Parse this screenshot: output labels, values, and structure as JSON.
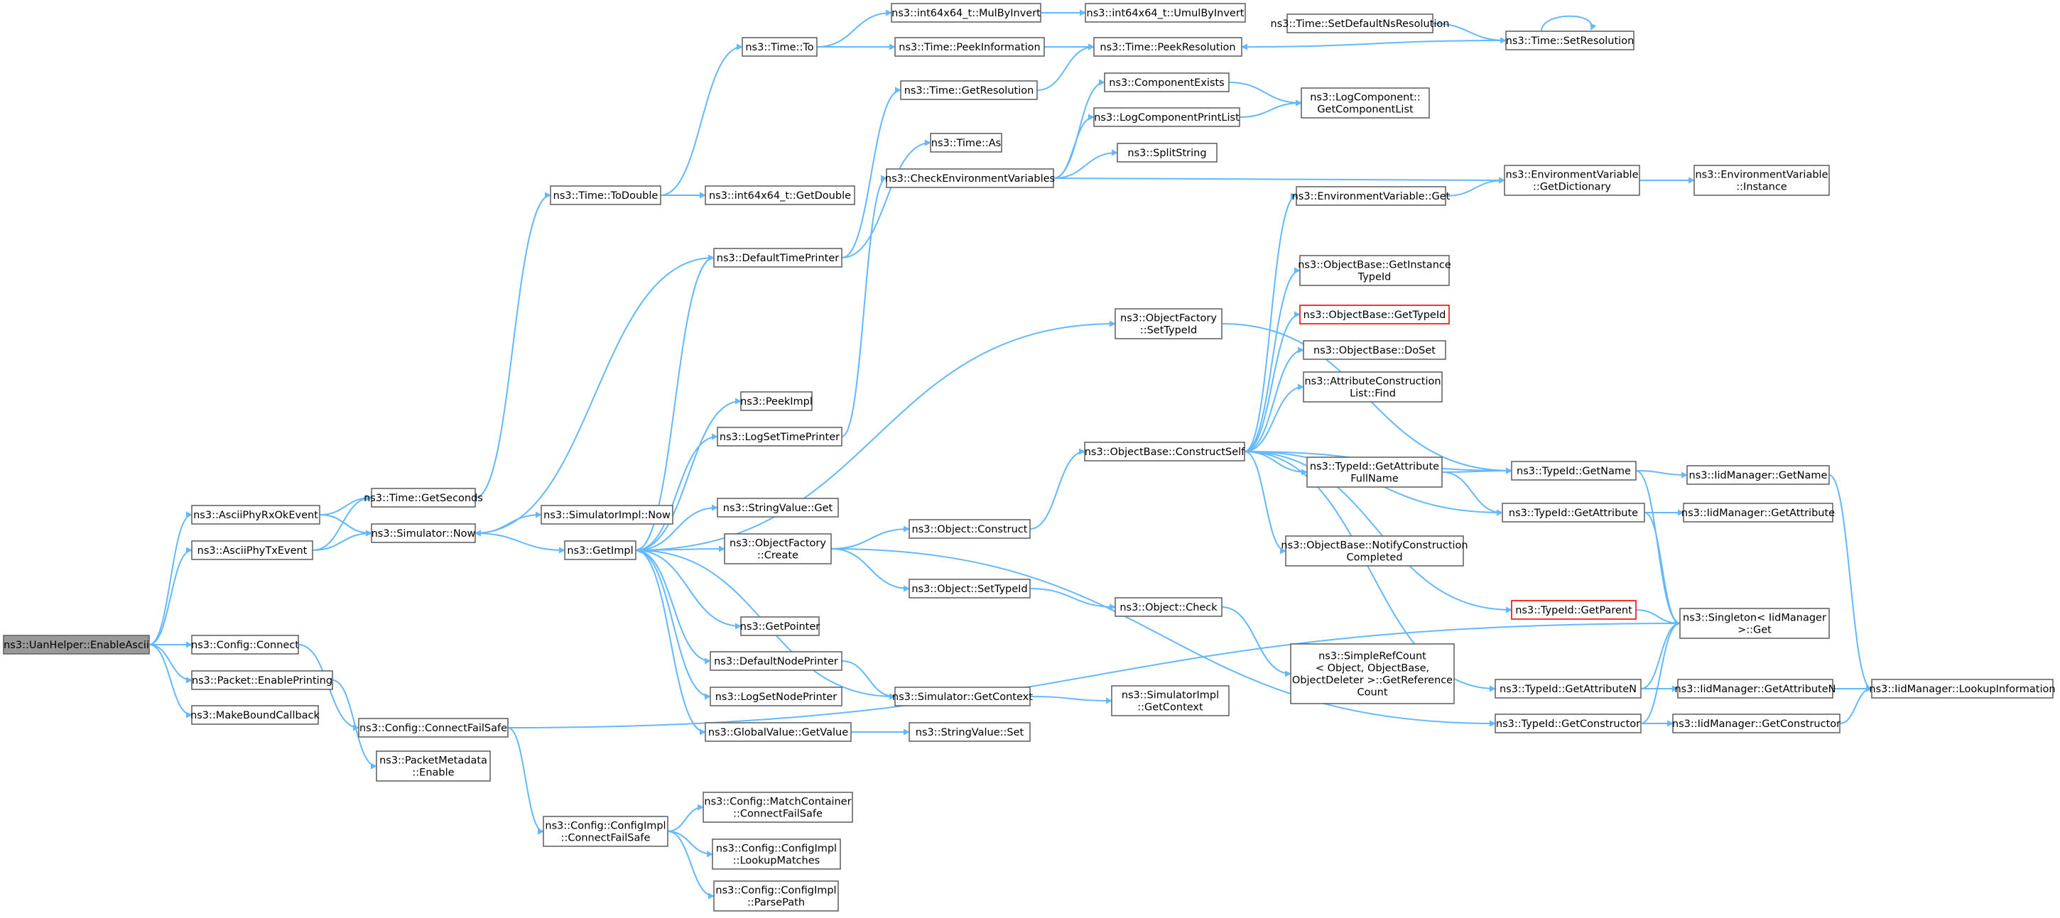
{
  "diagram": {
    "type": "call-graph",
    "colors": {
      "edge": "#63b8ff",
      "node_border": "#666666",
      "root_fill": "#999999",
      "highlight_border": "#ff0000"
    },
    "nodes": [
      {
        "id": "root",
        "lines": [
          "ns3::UanHelper::EnableAscii"
        ],
        "style": "root"
      },
      {
        "id": "asciiRx",
        "lines": [
          "ns3::AsciiPhyRxOkEvent"
        ]
      },
      {
        "id": "asciiTx",
        "lines": [
          "ns3::AsciiPhyTxEvent"
        ]
      },
      {
        "id": "cfgConnect",
        "lines": [
          "ns3::Config::Connect"
        ]
      },
      {
        "id": "pktEnable",
        "lines": [
          "ns3::Packet::EnablePrinting"
        ]
      },
      {
        "id": "makeBound",
        "lines": [
          "ns3::MakeBoundCallback"
        ]
      },
      {
        "id": "getSeconds",
        "lines": [
          "ns3::Time::GetSeconds"
        ]
      },
      {
        "id": "simNow",
        "lines": [
          "ns3::Simulator::Now"
        ]
      },
      {
        "id": "cfgConnFS",
        "lines": [
          "ns3::Config::ConnectFailSafe"
        ]
      },
      {
        "id": "pktMetaEnable",
        "lines": [
          "ns3::PacketMetadata",
          "::Enable"
        ]
      },
      {
        "id": "toDouble",
        "lines": [
          "ns3::Time::ToDouble"
        ]
      },
      {
        "id": "simImplNow",
        "lines": [
          "ns3::SimulatorImpl::Now"
        ]
      },
      {
        "id": "getImpl",
        "lines": [
          "ns3::GetImpl"
        ]
      },
      {
        "id": "cfgImplConnFS",
        "lines": [
          "ns3::Config::ConfigImpl",
          "::ConnectFailSafe"
        ]
      },
      {
        "id": "timeTo",
        "lines": [
          "ns3::Time::To"
        ]
      },
      {
        "id": "int64GetDouble",
        "lines": [
          "ns3::int64x64_t::GetDouble"
        ]
      },
      {
        "id": "defTimePrinter",
        "lines": [
          "ns3::DefaultTimePrinter"
        ]
      },
      {
        "id": "peekImpl",
        "lines": [
          "ns3::PeekImpl"
        ]
      },
      {
        "id": "logSetTimePrinter",
        "lines": [
          "ns3::LogSetTimePrinter"
        ]
      },
      {
        "id": "strValGet",
        "lines": [
          "ns3::StringValue::Get"
        ]
      },
      {
        "id": "objFactCreate",
        "lines": [
          "ns3::ObjectFactory",
          "::Create"
        ]
      },
      {
        "id": "getPointer",
        "lines": [
          "ns3::GetPointer"
        ]
      },
      {
        "id": "defNodePrinter",
        "lines": [
          "ns3::DefaultNodePrinter"
        ]
      },
      {
        "id": "logSetNodePrinter",
        "lines": [
          "ns3::LogSetNodePrinter"
        ]
      },
      {
        "id": "globalValGet",
        "lines": [
          "ns3::GlobalValue::GetValue"
        ]
      },
      {
        "id": "cfgMatchConnFS",
        "lines": [
          "ns3::Config::MatchContainer",
          "::ConnectFailSafe"
        ]
      },
      {
        "id": "cfgLookupMatches",
        "lines": [
          "ns3::Config::ConfigImpl",
          "::LookupMatches"
        ]
      },
      {
        "id": "cfgParsePath",
        "lines": [
          "ns3::Config::ConfigImpl",
          "::ParsePath"
        ]
      },
      {
        "id": "mulByInvert",
        "lines": [
          "ns3::int64x64_t::MulByInvert"
        ]
      },
      {
        "id": "peekInfo",
        "lines": [
          "ns3::Time::PeekInformation"
        ]
      },
      {
        "id": "getResolution",
        "lines": [
          "ns3::Time::GetResolution"
        ]
      },
      {
        "id": "timeAs",
        "lines": [
          "ns3::Time::As"
        ]
      },
      {
        "id": "checkEnvVars",
        "lines": [
          "ns3::CheckEnvironmentVariables"
        ]
      },
      {
        "id": "objFactSetTypeId",
        "lines": [
          "ns3::ObjectFactory",
          "::SetTypeId"
        ]
      },
      {
        "id": "objConstruct",
        "lines": [
          "ns3::Object::Construct"
        ]
      },
      {
        "id": "objSetTypeId",
        "lines": [
          "ns3::Object::SetTypeId"
        ]
      },
      {
        "id": "simGetContext",
        "lines": [
          "ns3::Simulator::GetContext"
        ]
      },
      {
        "id": "strValSet",
        "lines": [
          "ns3::StringValue::Set"
        ]
      },
      {
        "id": "umulByInvert",
        "lines": [
          "ns3::int64x64_t::UmulByInvert"
        ]
      },
      {
        "id": "peekResolution",
        "lines": [
          "ns3::Time::PeekResolution"
        ]
      },
      {
        "id": "compExists",
        "lines": [
          "ns3::ComponentExists"
        ]
      },
      {
        "id": "logCompPrintList",
        "lines": [
          "ns3::LogComponentPrintList"
        ]
      },
      {
        "id": "splitString",
        "lines": [
          "ns3::SplitString"
        ]
      },
      {
        "id": "objBaseConstructSelf",
        "lines": [
          "ns3::ObjectBase::ConstructSelf"
        ]
      },
      {
        "id": "objCheck",
        "lines": [
          "ns3::Object::Check"
        ]
      },
      {
        "id": "simImplGetContext",
        "lines": [
          "ns3::SimulatorImpl",
          "::GetContext"
        ]
      },
      {
        "id": "setDefaultNsRes",
        "lines": [
          "ns3::Time::SetDefaultNsResolution"
        ]
      },
      {
        "id": "setResolution",
        "lines": [
          "ns3::Time::SetResolution"
        ]
      },
      {
        "id": "logCompGetList",
        "lines": [
          "ns3::LogComponent::",
          "GetComponentList"
        ]
      },
      {
        "id": "envVarGet",
        "lines": [
          "ns3::EnvironmentVariable::Get"
        ]
      },
      {
        "id": "objBaseGetInstTid",
        "lines": [
          "ns3::ObjectBase::GetInstance",
          "TypeId"
        ]
      },
      {
        "id": "objBaseGetTypeId",
        "lines": [
          "ns3::ObjectBase::GetTypeId"
        ],
        "style": "red"
      },
      {
        "id": "objBaseDoSet",
        "lines": [
          "ns3::ObjectBase::DoSet"
        ]
      },
      {
        "id": "attrConstrFind",
        "lines": [
          "ns3::AttributeConstruction",
          "List::Find"
        ]
      },
      {
        "id": "tidGetAttrFullName",
        "lines": [
          "ns3::TypeId::GetAttribute",
          "FullName"
        ]
      },
      {
        "id": "objBaseNotify",
        "lines": [
          "ns3::ObjectBase::NotifyConstruction",
          "Completed"
        ]
      },
      {
        "id": "simpleRefCount",
        "lines": [
          "ns3::SimpleRefCount",
          "< Object, ObjectBase,",
          "ObjectDeleter >::GetReference",
          "Count"
        ]
      },
      {
        "id": "envVarGetDict",
        "lines": [
          "ns3::EnvironmentVariable",
          "::GetDictionary"
        ]
      },
      {
        "id": "envVarInstance",
        "lines": [
          "ns3::EnvironmentVariable",
          "::Instance"
        ]
      },
      {
        "id": "tidGetName",
        "lines": [
          "ns3::TypeId::GetName"
        ]
      },
      {
        "id": "tidGetAttribute",
        "lines": [
          "ns3::TypeId::GetAttribute"
        ]
      },
      {
        "id": "tidGetParent",
        "lines": [
          "ns3::TypeId::GetParent"
        ],
        "style": "red"
      },
      {
        "id": "tidGetAttributeN",
        "lines": [
          "ns3::TypeId::GetAttributeN"
        ]
      },
      {
        "id": "tidGetConstructor",
        "lines": [
          "ns3::TypeId::GetConstructor"
        ]
      },
      {
        "id": "iidGetName",
        "lines": [
          "ns3::IidManager::GetName"
        ]
      },
      {
        "id": "iidGetAttribute",
        "lines": [
          "ns3::IidManager::GetAttribute"
        ]
      },
      {
        "id": "singletonGet",
        "lines": [
          "ns3::Singleton< IidManager",
          ">::Get"
        ]
      },
      {
        "id": "iidGetAttributeN",
        "lines": [
          "ns3::IidManager::GetAttributeN"
        ]
      },
      {
        "id": "iidGetConstructor",
        "lines": [
          "ns3::IidManager::GetConstructor"
        ]
      },
      {
        "id": "iidLookupInfo",
        "lines": [
          "ns3::IidManager::LookupInformation"
        ]
      }
    ],
    "edges": [
      [
        "root",
        "asciiRx"
      ],
      [
        "root",
        "asciiTx"
      ],
      [
        "root",
        "cfgConnect"
      ],
      [
        "root",
        "pktEnable"
      ],
      [
        "root",
        "makeBound"
      ],
      [
        "asciiRx",
        "getSeconds"
      ],
      [
        "asciiRx",
        "simNow"
      ],
      [
        "asciiTx",
        "getSeconds"
      ],
      [
        "asciiTx",
        "simNow"
      ],
      [
        "cfgConnect",
        "cfgConnFS"
      ],
      [
        "pktEnable",
        "pktMetaEnable"
      ],
      [
        "getSeconds",
        "toDouble"
      ],
      [
        "toDouble",
        "timeTo"
      ],
      [
        "toDouble",
        "int64GetDouble"
      ],
      [
        "simNow",
        "simImplNow"
      ],
      [
        "simNow",
        "getImpl"
      ],
      [
        "cfgConnFS",
        "cfgImplConnFS"
      ],
      [
        "cfgConnFS",
        "singletonGet"
      ],
      [
        "cfgImplConnFS",
        "cfgMatchConnFS"
      ],
      [
        "cfgImplConnFS",
        "cfgLookupMatches"
      ],
      [
        "cfgImplConnFS",
        "cfgParsePath"
      ],
      [
        "timeTo",
        "mulByInvert"
      ],
      [
        "timeTo",
        "peekInfo"
      ],
      [
        "mulByInvert",
        "umulByInvert"
      ],
      [
        "peekInfo",
        "peekResolution"
      ],
      [
        "getImpl",
        "defTimePrinter"
      ],
      [
        "getImpl",
        "peekImpl"
      ],
      [
        "getImpl",
        "logSetTimePrinter"
      ],
      [
        "getImpl",
        "strValGet"
      ],
      [
        "getImpl",
        "objFactCreate"
      ],
      [
        "getImpl",
        "getPointer"
      ],
      [
        "getImpl",
        "defNodePrinter"
      ],
      [
        "getImpl",
        "logSetNodePrinter"
      ],
      [
        "getImpl",
        "globalValGet"
      ],
      [
        "getImpl",
        "objFactSetTypeId"
      ],
      [
        "defTimePrinter",
        "getResolution"
      ],
      [
        "defTimePrinter",
        "timeAs"
      ],
      [
        "defTimePrinter",
        "simNow"
      ],
      [
        "getResolution",
        "peekResolution"
      ],
      [
        "logSetTimePrinter",
        "checkEnvVars"
      ],
      [
        "objFactCreate",
        "objConstruct"
      ],
      [
        "objFactCreate",
        "objSetTypeId"
      ],
      [
        "objFactCreate",
        "tidGetConstructor"
      ],
      [
        "defNodePrinter",
        "simGetContext"
      ],
      [
        "simGetContext",
        "simImplGetContext"
      ],
      [
        "simGetContext",
        "getImpl"
      ],
      [
        "globalValGet",
        "strValSet"
      ],
      [
        "checkEnvVars",
        "compExists"
      ],
      [
        "checkEnvVars",
        "logCompPrintList"
      ],
      [
        "checkEnvVars",
        "splitString"
      ],
      [
        "checkEnvVars",
        "envVarGetDict"
      ],
      [
        "compExists",
        "logCompGetList"
      ],
      [
        "logCompPrintList",
        "logCompGetList"
      ],
      [
        "envVarGetDict",
        "envVarInstance"
      ],
      [
        "envVarGet",
        "envVarGetDict"
      ],
      [
        "objFactSetTypeId",
        "tidGetName"
      ],
      [
        "objConstruct",
        "objBaseConstructSelf"
      ],
      [
        "objSetTypeId",
        "objCheck"
      ],
      [
        "objCheck",
        "simpleRefCount"
      ],
      [
        "objBaseConstructSelf",
        "envVarGet"
      ],
      [
        "objBaseConstructSelf",
        "objBaseGetInstTid"
      ],
      [
        "objBaseConstructSelf",
        "objBaseGetTypeId"
      ],
      [
        "objBaseConstructSelf",
        "objBaseDoSet"
      ],
      [
        "objBaseConstructSelf",
        "attrConstrFind"
      ],
      [
        "objBaseConstructSelf",
        "tidGetAttrFullName"
      ],
      [
        "objBaseConstructSelf",
        "objBaseNotify"
      ],
      [
        "objBaseConstructSelf",
        "tidGetName"
      ],
      [
        "objBaseConstructSelf",
        "tidGetAttribute"
      ],
      [
        "objBaseConstructSelf",
        "tidGetParent"
      ],
      [
        "objBaseConstructSelf",
        "tidGetAttributeN"
      ],
      [
        "tidGetAttrFullName",
        "tidGetName"
      ],
      [
        "tidGetAttrFullName",
        "tidGetAttribute"
      ],
      [
        "tidGetName",
        "iidGetName"
      ],
      [
        "tidGetName",
        "singletonGet"
      ],
      [
        "tidGetAttribute",
        "iidGetAttribute"
      ],
      [
        "tidGetAttribute",
        "singletonGet"
      ],
      [
        "tidGetParent",
        "singletonGet"
      ],
      [
        "tidGetAttributeN",
        "iidGetAttributeN"
      ],
      [
        "tidGetAttributeN",
        "singletonGet"
      ],
      [
        "tidGetConstructor",
        "iidGetConstructor"
      ],
      [
        "tidGetConstructor",
        "singletonGet"
      ],
      [
        "iidGetName",
        "iidLookupInfo"
      ],
      [
        "iidGetAttributeN",
        "iidLookupInfo"
      ],
      [
        "iidGetConstructor",
        "iidLookupInfo"
      ],
      [
        "setDefaultNsRes",
        "setResolution"
      ],
      [
        "setResolution",
        "peekResolution"
      ],
      [
        "setResolution",
        "setResolution"
      ]
    ]
  }
}
